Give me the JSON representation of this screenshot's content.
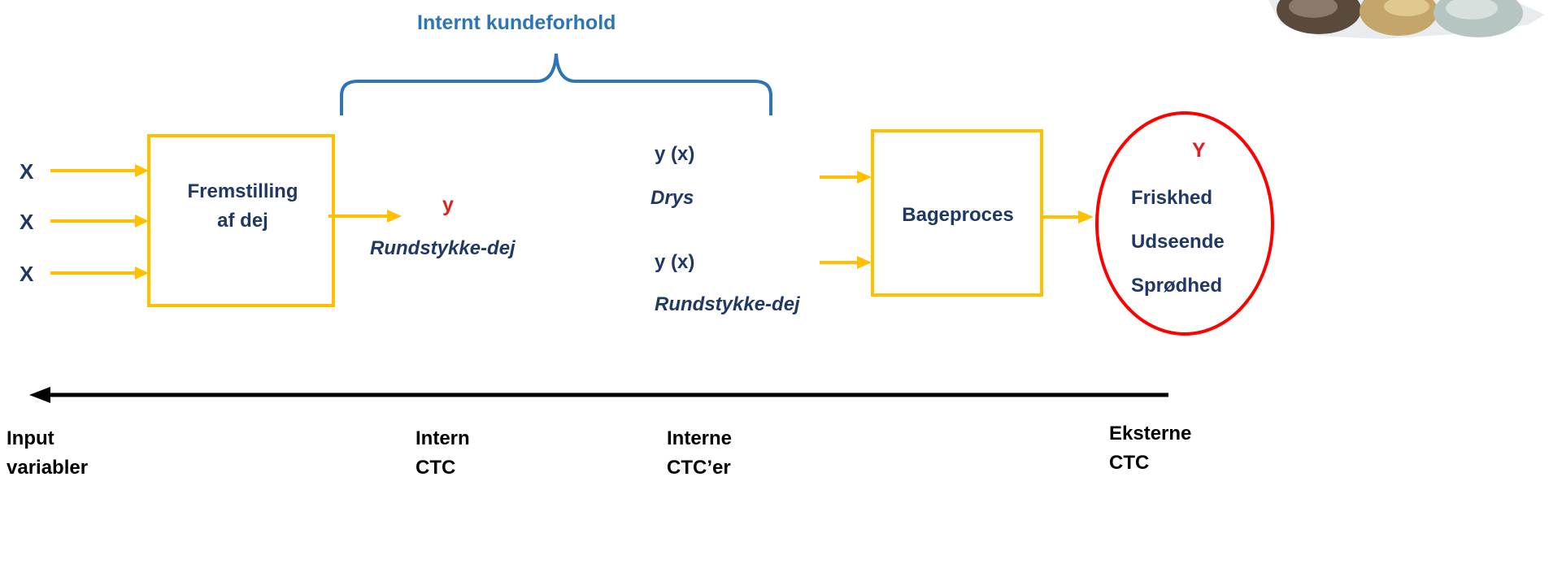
{
  "header": {
    "bracket_label": "Internt kundeforhold"
  },
  "inputs": {
    "x_labels": [
      "X",
      "X",
      "X"
    ]
  },
  "boxes": {
    "process1_line1": "Fremstilling",
    "process1_line2": "af dej",
    "process2": "Bageproces"
  },
  "intermediate": {
    "y_label": "y",
    "y_caption": "Rundstykke-dej",
    "yx_top": "y (x)",
    "yx_top_caption": "Drys",
    "yx_bottom": "y (x)",
    "yx_bottom_caption": "Rundstykke-dej"
  },
  "outputs": {
    "Y_label": "Y",
    "items": [
      "Friskhed",
      "Udseende",
      "Sprødhed"
    ]
  },
  "bottom_labels": {
    "input_line1": "Input",
    "input_line2": "variabler",
    "intern_line1": "Intern",
    "intern_line2": "CTC",
    "interne_line1": "Interne",
    "interne_line2": "CTC’er",
    "eksterne_line1": "Eksterne",
    "eksterne_line2": "CTC"
  },
  "colors": {
    "box_border": "#ffc000",
    "arrow": "#ffc000",
    "bracket": "#2e75b6",
    "ellipse": "#ff0000",
    "navy_text": "#1f3864",
    "red_text": "#e02020",
    "timeline_arrow": "#000000"
  },
  "decoration": {
    "corner_image": "bread-rolls-photo"
  }
}
